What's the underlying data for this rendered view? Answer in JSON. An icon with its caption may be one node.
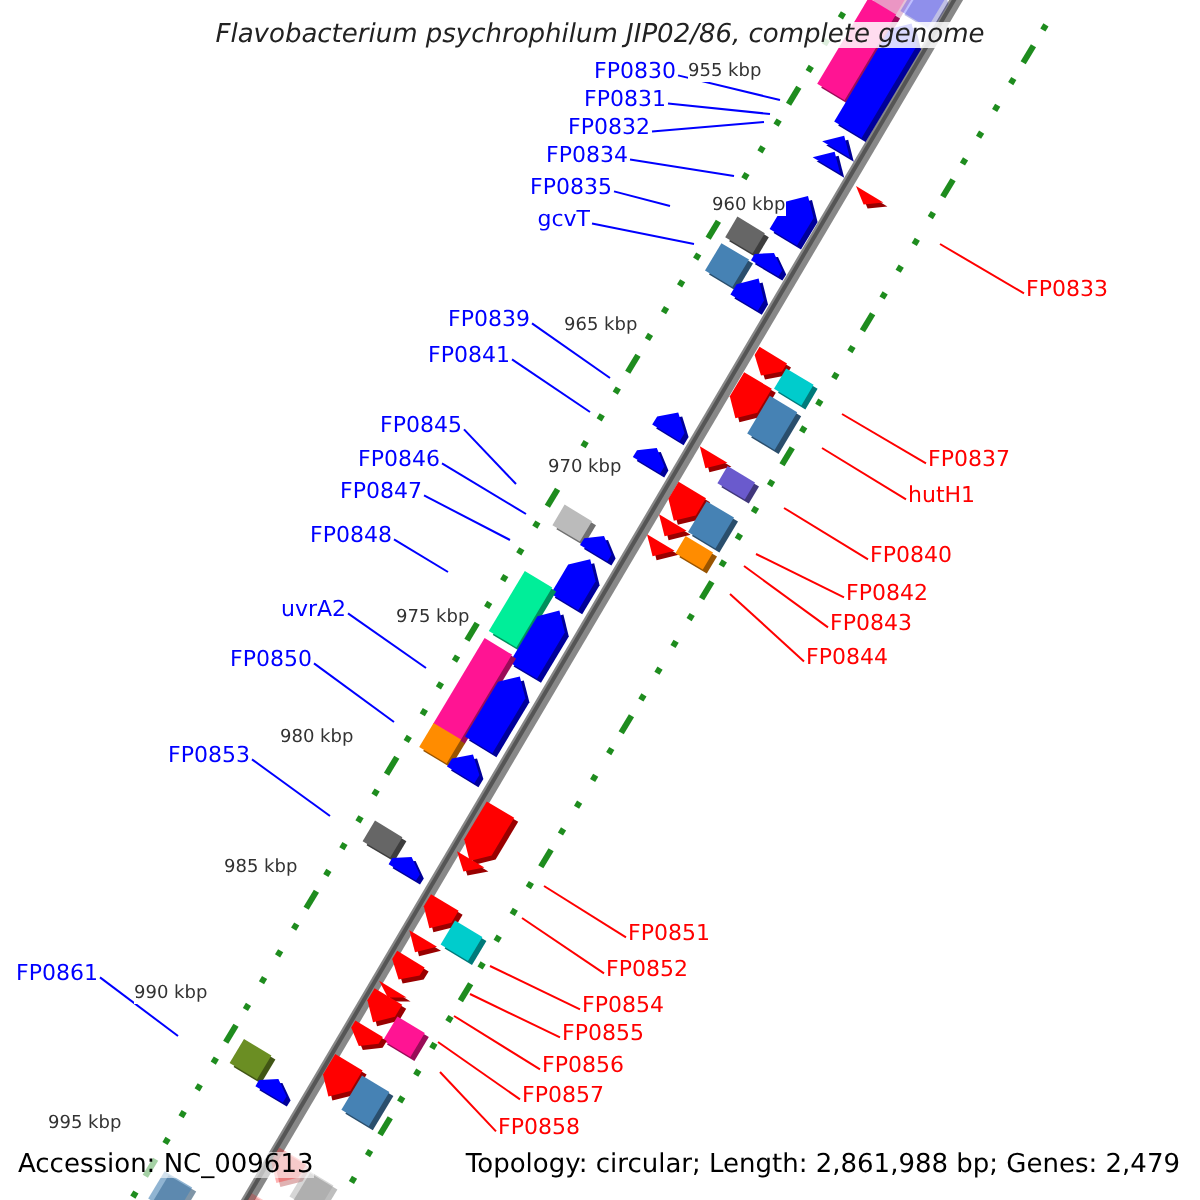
{
  "diagram": {
    "title": "Flavobacterium psychrophilum JIP02/86, complete genome",
    "nodes": [
      {
        "text": [
          "FP0830"
        ]
      },
      {
        "text": [
          "FP0831"
        ]
      },
      {
        "text": [
          "FP0832"
        ]
      },
      {
        "text": [
          "FP0834"
        ]
      },
      {
        "text": [
          "FP0835"
        ]
      },
      {
        "text": [
          "gcvT"
        ]
      },
      {
        "text": [
          "FP0833"
        ]
      },
      {
        "text": [
          "FP0839"
        ]
      },
      {
        "text": [
          "FP0841"
        ]
      },
      {
        "text": [
          "FP0845"
        ]
      },
      {
        "text": [
          "FP0837"
        ]
      },
      {
        "text": [
          "FP0846"
        ]
      },
      {
        "text": [
          "hutH1"
        ]
      },
      {
        "text": [
          "FP0847"
        ]
      },
      {
        "text": [
          "FP0848"
        ]
      },
      {
        "text": [
          "FP0840"
        ]
      },
      {
        "text": [
          "FP0842"
        ]
      },
      {
        "text": [
          "uvrA2"
        ]
      },
      {
        "text": [
          "FP0843"
        ]
      },
      {
        "text": [
          "FP0844"
        ]
      },
      {
        "text": [
          "FP0850"
        ]
      },
      {
        "text": [
          "FP0853"
        ]
      },
      {
        "text": [
          "FP0851"
        ]
      },
      {
        "text": [
          "FP0852"
        ]
      },
      {
        "text": [
          "FP0861"
        ]
      },
      {
        "text": [
          "FP0854"
        ]
      },
      {
        "text": [
          "FP0855"
        ]
      },
      {
        "text": [
          "FP0856"
        ]
      },
      {
        "text": [
          "FP0857"
        ]
      },
      {
        "text": [
          "FP0858"
        ]
      }
    ],
    "edges": [
      {
        "from": 0,
        "to": null,
        "arrow": "none"
      },
      {
        "from": 1,
        "to": null,
        "arrow": "none"
      },
      {
        "from": 2,
        "to": null,
        "arrow": "none"
      },
      {
        "from": 3,
        "to": null,
        "arrow": "none"
      },
      {
        "from": 4,
        "to": null,
        "arrow": "none"
      },
      {
        "from": 5,
        "to": null,
        "arrow": "none"
      },
      {
        "from": 6,
        "to": null,
        "arrow": "none",
        "color": "#ff0000"
      },
      {
        "from": 7,
        "to": null,
        "arrow": "none"
      },
      {
        "from": 8,
        "to": null,
        "arrow": "none"
      },
      {
        "from": 9,
        "to": null,
        "arrow": "none"
      },
      {
        "from": 10,
        "to": null,
        "arrow": "none",
        "color": "#ff0000"
      },
      {
        "from": 11,
        "to": null,
        "arrow": "none"
      },
      {
        "from": 12,
        "to": null,
        "arrow": "none",
        "color": "#ff0000"
      },
      {
        "from": 13,
        "to": null,
        "arrow": "none"
      },
      {
        "from": 14,
        "to": null,
        "arrow": "none"
      },
      {
        "from": 15,
        "to": null,
        "arrow": "none",
        "color": "#ff0000"
      },
      {
        "from": 16,
        "to": null,
        "arrow": "none",
        "color": "#ff0000"
      },
      {
        "from": 17,
        "to": null,
        "arrow": "none"
      },
      {
        "from": 18,
        "to": null,
        "arrow": "none",
        "color": "#ff0000"
      },
      {
        "from": 19,
        "to": null,
        "arrow": "none",
        "color": "#ff0000"
      },
      {
        "from": 20,
        "to": null,
        "arrow": "none"
      },
      {
        "from": 21,
        "to": null,
        "arrow": "none"
      },
      {
        "from": 22,
        "to": null,
        "arrow": "none",
        "color": "#ff0000"
      },
      {
        "from": 23,
        "to": null,
        "arrow": "none",
        "color": "#ff0000"
      },
      {
        "from": 24,
        "to": null,
        "arrow": "none"
      },
      {
        "from": 25,
        "to": null,
        "arrow": "none",
        "color": "#ff0000"
      },
      {
        "from": 26,
        "to": null,
        "arrow": "none",
        "color": "#ff0000"
      },
      {
        "from": 27,
        "to": null,
        "arrow": "none",
        "color": "#ff0000"
      },
      {
        "from": 28,
        "to": null,
        "arrow": "none",
        "color": "#ff0000"
      },
      {
        "from": 29,
        "to": null,
        "arrow": "none",
        "color": "#ff0000"
      }
    ],
    "labels": [
      "955 kbp",
      "960 kbp",
      "965 kbp",
      "970 kbp",
      "975 kbp",
      "980 kbp",
      "985 kbp",
      "990 kbp",
      "995 kbp",
      "Accession: NC_009613",
      "Topology: circular; Length: 2,861,988 bp; Genes: 2,479"
    ]
  }
}
